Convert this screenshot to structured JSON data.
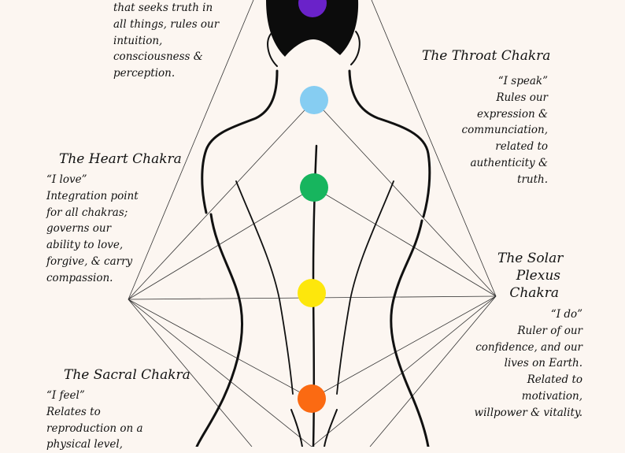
{
  "crown": {
    "lines": [
      "that seeks truth in",
      "all things, rules our",
      "intuition,",
      "consciousness &",
      "perception."
    ],
    "dot_color": "#6a22c9"
  },
  "throat": {
    "title": "The Throat Chakra",
    "lines": [
      "“I speak”",
      "Rules our",
      "expression &",
      "communciation,",
      "related to",
      "authenticity &",
      "truth."
    ],
    "dot_color": "#86cdf2"
  },
  "heart": {
    "title": "The Heart Chakra",
    "lines": [
      "“I love”",
      "Integration point",
      "for all chakras;",
      "governs our",
      "ability to love,",
      "forgive, & carry",
      "compassion."
    ],
    "dot_color": "#17b55e"
  },
  "solar": {
    "title_lines": [
      "The Solar",
      "Plexus",
      "Chakra"
    ],
    "lines": [
      "“I do”",
      "Ruler of our",
      "confidence, and our",
      "lives on Earth.",
      "Related to",
      "motivation,",
      "willpower & vitality."
    ],
    "dot_color": "#fde70c"
  },
  "sacral": {
    "title": "The Sacral Chakra",
    "lines": [
      "“I feel”",
      "Relates to",
      "reproduction on a",
      "physical level,"
    ],
    "dot_color": "#fb6a12"
  }
}
